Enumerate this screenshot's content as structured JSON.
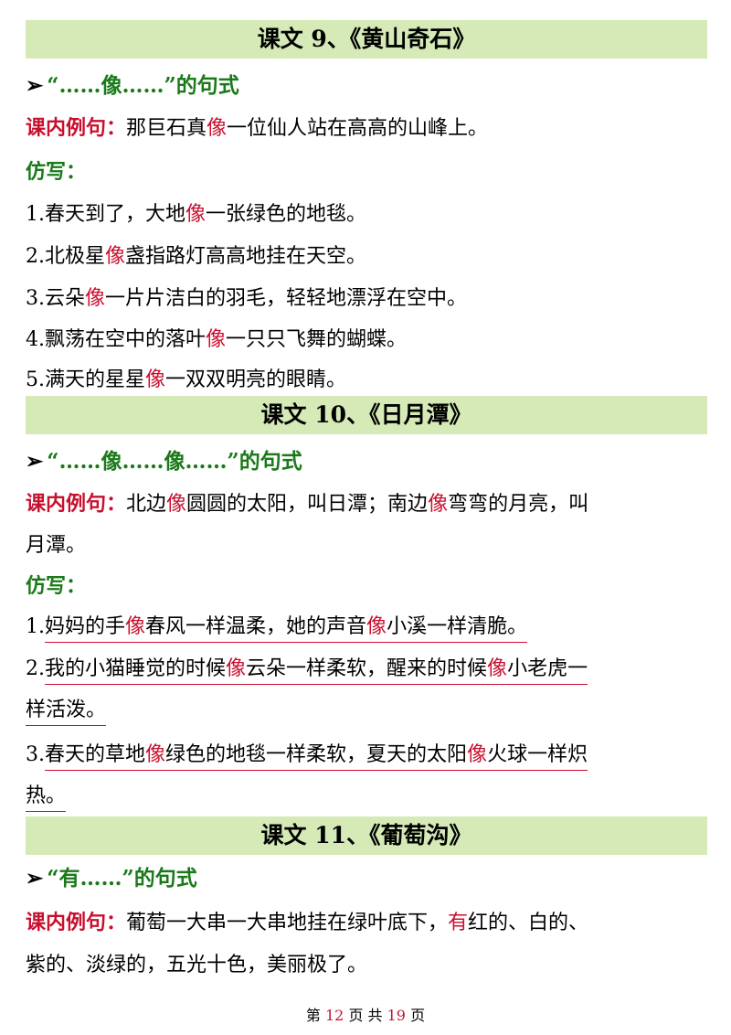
{
  "sections": [
    {
      "title": "课文 9、《黄山奇石》",
      "pattern": "“……像……”的句式",
      "example_label": "课内例句：",
      "example": [
        "那巨石真",
        "像",
        "一位仙人站在高高的山峰上。"
      ],
      "imitate_label": "仿写：",
      "items": [
        [
          "1.春天到了，大地",
          "像",
          "一张绿色的地毯。"
        ],
        [
          "2.北极星",
          "像",
          "盏指路灯高高地挂在天空。"
        ],
        [
          "3.云朵",
          "像",
          "一片片洁白的羽毛，轻轻地漂浮在空中。"
        ],
        [
          "4.飘荡在空中的落叶",
          "像",
          "一只只飞舞的蝴蝶。"
        ],
        [
          "5.满天的星星",
          "像",
          "一双双明亮的眼睛。"
        ]
      ]
    },
    {
      "title": "课文 10、《日月潭》",
      "pattern": "“……像……像……”的句式",
      "example_label": "课内例句：",
      "example_l1": [
        "北边",
        "像",
        "圆圆的太阳，叫日潭；南边",
        "像",
        "弯弯的月亮，叫"
      ],
      "example_l2": "月潭。",
      "imitate_label": "仿写：",
      "item1": [
        "1.",
        "妈妈的手",
        "像",
        "春风一样温柔，她的声音",
        "像",
        "小溪一样清脆。"
      ],
      "item2_l1": [
        "2.",
        "我的小猫睡觉的时候",
        "像",
        "云朵一样柔软，醒来的时候",
        "像",
        "小老虎一"
      ],
      "item2_l2": "样活泼。",
      "item3_l1": [
        "3.",
        "春天的草地",
        "像",
        "绿色的地毯一样柔软，夏天的太阳",
        "像",
        "火球一样炽"
      ],
      "item3_l2": "热。"
    },
    {
      "title": "课文 11、《葡萄沟》",
      "pattern": "“有……”的句式",
      "example_label": "课内例句：",
      "example_l1": [
        "葡萄一大串一大串地挂在绿叶底下，",
        "有",
        "红的、白的、"
      ],
      "example_l2": "紫的、淡绿的，五光十色，美丽极了。"
    }
  ],
  "footer": {
    "prefix": "第 ",
    "page": "12",
    "mid": " 页 共 ",
    "total": "19",
    "suffix": " 页"
  },
  "colors": {
    "band": "#d5eab6",
    "accent_red": "#c8102e",
    "accent_green": "#1a7a1a"
  }
}
